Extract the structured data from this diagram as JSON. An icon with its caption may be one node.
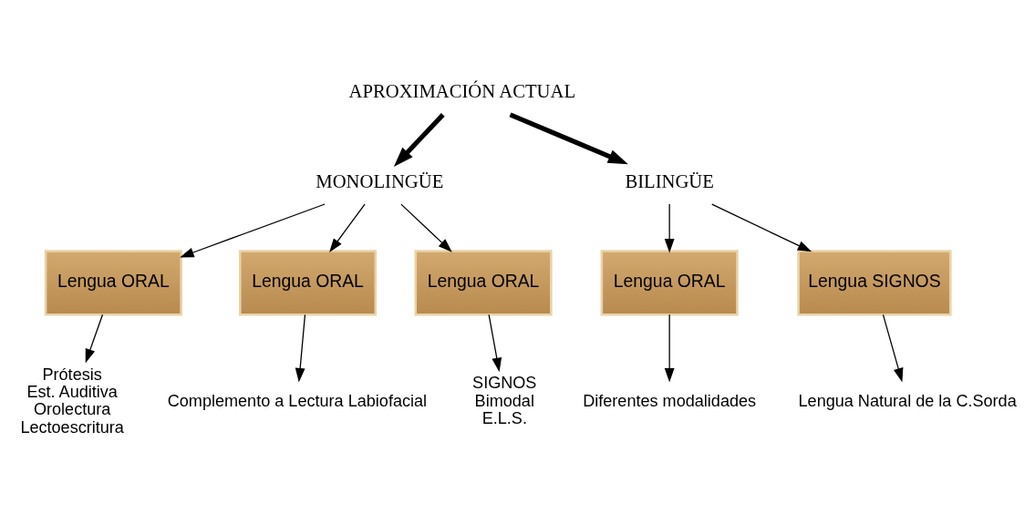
{
  "diagram": {
    "nodes": [
      {
        "text": [
          "APROXIMACIÓN ACTUAL"
        ]
      },
      {
        "text": [
          "MONOLINGÜE"
        ]
      },
      {
        "text": [
          "BILINGÜE"
        ]
      },
      {
        "text": [
          "Lengua ORAL"
        ]
      },
      {
        "text": [
          "Lengua ORAL"
        ]
      },
      {
        "text": [
          "Lengua ORAL"
        ]
      },
      {
        "text": [
          "Lengua ORAL"
        ]
      },
      {
        "text": [
          "Lengua SIGNOS"
        ]
      },
      {
        "text": [
          "Prótesis",
          "Est. Auditiva",
          "Orolectura",
          "Lectoescritura"
        ]
      },
      {
        "text": [
          "Complemento a Lectura Labiofacial"
        ]
      },
      {
        "text": [
          "SIGNOS",
          "Bimodal",
          "E.L.S."
        ]
      },
      {
        "text": [
          "Diferentes modalidades"
        ]
      },
      {
        "text": [
          "Lengua Natural de la C.Sorda"
        ]
      }
    ],
    "edges": [
      {
        "from": 0,
        "to": 1,
        "arrow": "to",
        "style": "thick"
      },
      {
        "from": 0,
        "to": 2,
        "arrow": "to",
        "style": "thick"
      },
      {
        "from": 1,
        "to": 3,
        "arrow": "to"
      },
      {
        "from": 1,
        "to": 4,
        "arrow": "to"
      },
      {
        "from": 1,
        "to": 5,
        "arrow": "to"
      },
      {
        "from": 2,
        "to": 6,
        "arrow": "to"
      },
      {
        "from": 2,
        "to": 7,
        "arrow": "to"
      },
      {
        "from": 3,
        "to": 8,
        "arrow": "to"
      },
      {
        "from": 4,
        "to": 9,
        "arrow": "to"
      },
      {
        "from": 5,
        "to": 10,
        "arrow": "to"
      },
      {
        "from": 6,
        "to": 11,
        "arrow": "to"
      },
      {
        "from": 7,
        "to": 12,
        "arrow": "to"
      }
    ]
  }
}
